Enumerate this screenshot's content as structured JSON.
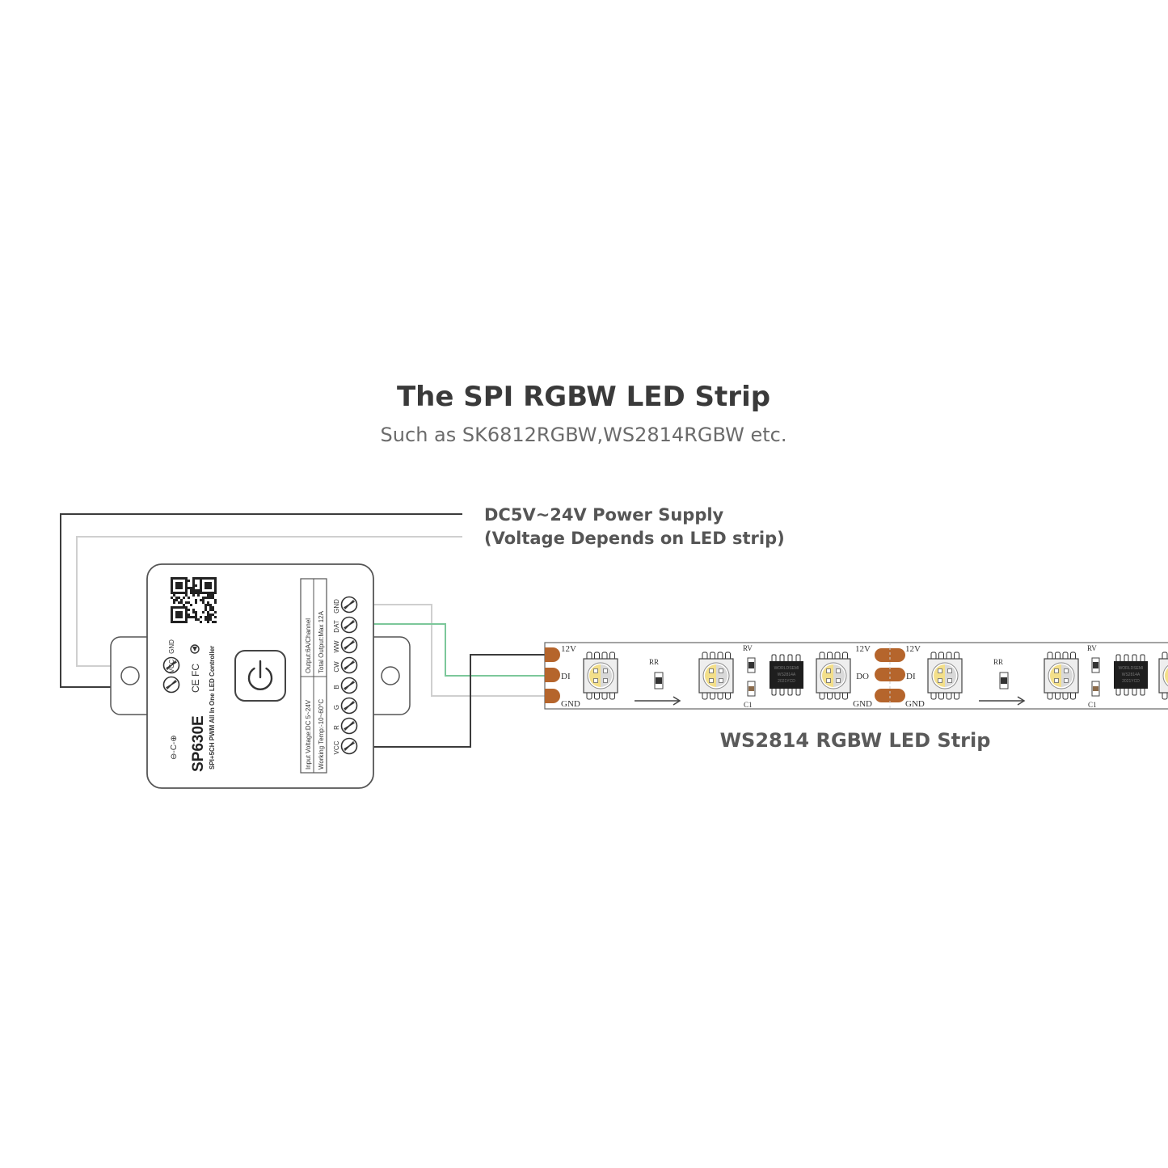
{
  "title": "The SPI RGBW LED Strip",
  "subtitle": "Such as SK6812RGBW,WS2814RGBW etc.",
  "power_supply": {
    "line1": "DC5V~24V Power Supply",
    "line2": "(Voltage Depends on LED strip)"
  },
  "strip_label": "WS2814 RGBW LED Strip",
  "controller": {
    "model": "SP630E",
    "description": "SPI+5CH PWM All In One LED Controller",
    "spec_input": "Input Voltage:DC 5~24V",
    "spec_working": "Working Temp:-10~60°C",
    "spec_output": "Output:6A/Channel",
    "spec_total": "Total Output:Max 12A",
    "input_terminals": [
      "GND",
      "VCC"
    ],
    "output_terminals": [
      "GND",
      "DAT",
      "WW",
      "CW",
      "B",
      "G",
      "R",
      "VCC"
    ],
    "cert_marks": "CE FC",
    "polarity": "⊖-C-⊕"
  },
  "strip": {
    "pads_left": [
      "12V",
      "DI",
      "GND"
    ],
    "pads_mid_left": [
      "12V",
      "DO",
      "GND"
    ],
    "pads_mid_right": [
      "12V",
      "DI",
      "GND"
    ],
    "resistor_label": "RR",
    "rv_label": "RV",
    "cap_label": "C1",
    "chip_text": [
      "WORLDSEMI",
      "WS2814A",
      "2021YCD"
    ]
  },
  "colors": {
    "wire_dark": "#3c3c3c",
    "wire_light": "#cfcfcf",
    "wire_green": "#7cc79a",
    "pad": "#b5652c",
    "outline": "#555555"
  }
}
